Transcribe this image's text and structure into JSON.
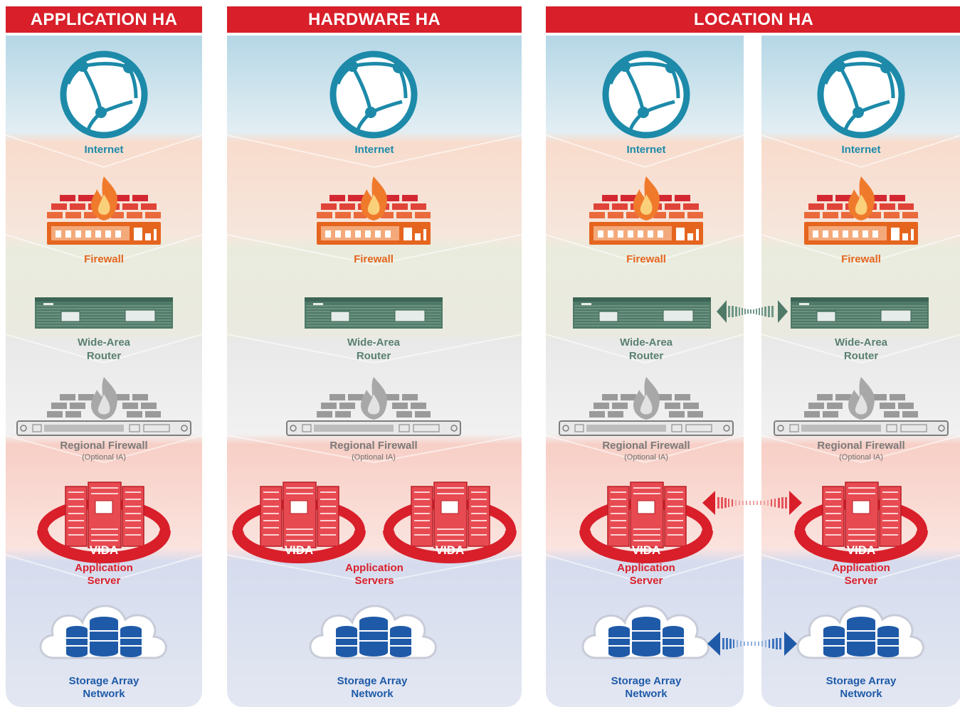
{
  "headers": {
    "application": "APPLICATION HA",
    "hardware": "HARDWARE HA",
    "location": "LOCATION HA"
  },
  "labels": {
    "internet": "Internet",
    "firewall": "Firewall",
    "router_line1": "Wide-Area",
    "router_line2": "Router",
    "regional_firewall": "Regional Firewall",
    "optional": "(Optional IA)",
    "app_line1": "Application",
    "app_server": "Server",
    "app_servers": "Servers",
    "san_line1": "Storage Array",
    "san_line2": "Network",
    "vida": "VIDA"
  },
  "colors": {
    "header": "#d81f2a",
    "internet": "#1d8aa9",
    "firewall": "#e5651f",
    "router": "#5a8170",
    "regional_firewall": "#7a7a7a",
    "application": "#d81f2a",
    "storage": "#1f5aa8"
  },
  "icons": [
    "globe-icon",
    "firewall-icon",
    "router-icon",
    "regional-firewall-icon",
    "server-rack-icon",
    "storage-cloud-icon",
    "double-arrow-icon"
  ]
}
